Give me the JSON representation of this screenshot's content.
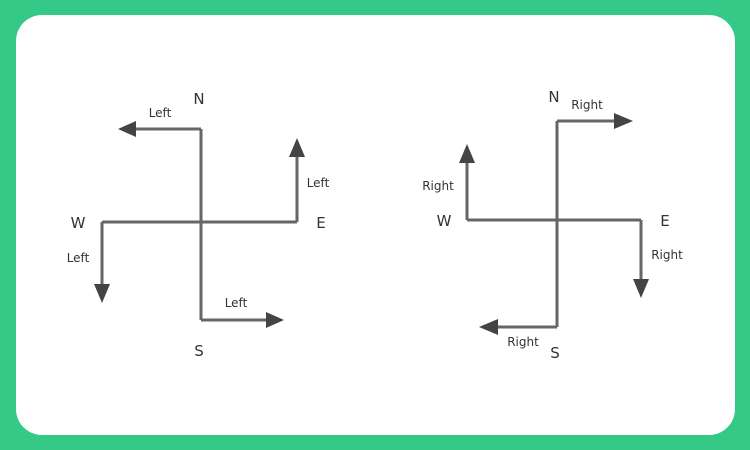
{
  "colors": {
    "background": "#35c987",
    "card": "#ffffff",
    "line": "#666666",
    "arrow_head": "#444444",
    "text": "#333333"
  },
  "left_diagram": {
    "north": "N",
    "south": "S",
    "east": "E",
    "west": "W",
    "turn_north": "Left",
    "turn_east": "Left",
    "turn_south": "Left",
    "turn_west": "Left"
  },
  "right_diagram": {
    "north": "N",
    "south": "S",
    "east": "E",
    "west": "W",
    "turn_north": "Right",
    "turn_east": "Right",
    "turn_south": "Right",
    "turn_west": "Right"
  }
}
